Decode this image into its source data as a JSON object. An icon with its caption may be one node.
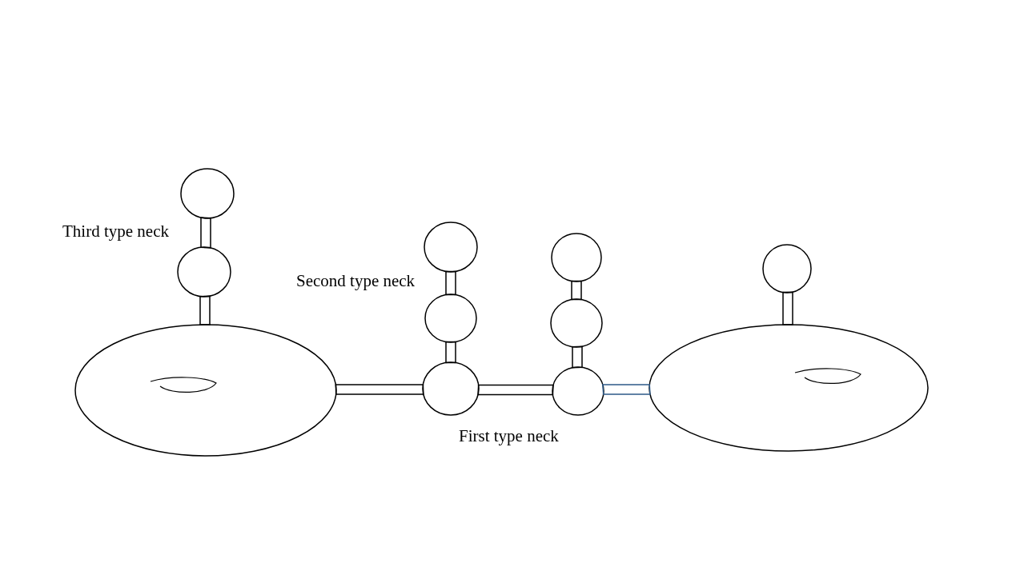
{
  "diagram": {
    "nodes": [
      {
        "text": [],
        "shape": "torus"
      },
      {
        "text": [],
        "shape": "circle"
      },
      {
        "text": [],
        "shape": "circle"
      },
      {
        "text": [],
        "shape": "circle"
      },
      {
        "text": [],
        "shape": "circle"
      },
      {
        "text": [],
        "shape": "circle"
      },
      {
        "text": [],
        "shape": "circle"
      },
      {
        "text": [],
        "shape": "circle"
      },
      {
        "text": [],
        "shape": "circle"
      },
      {
        "text": [],
        "shape": "circle"
      },
      {
        "text": [],
        "shape": "torus"
      }
    ],
    "edges": [
      {
        "from": 1,
        "to": 2,
        "arrow": "none"
      },
      {
        "from": 2,
        "to": 0,
        "arrow": "none"
      },
      {
        "from": 0,
        "to": 5,
        "arrow": "none"
      },
      {
        "from": 3,
        "to": 4,
        "arrow": "none"
      },
      {
        "from": 4,
        "to": 5,
        "arrow": "none"
      },
      {
        "from": 5,
        "to": 8,
        "arrow": "none"
      },
      {
        "from": 6,
        "to": 7,
        "arrow": "none"
      },
      {
        "from": 7,
        "to": 8,
        "arrow": "none"
      },
      {
        "from": 8,
        "to": 10,
        "arrow": "none",
        "color": "#2e5a88"
      },
      {
        "from": 9,
        "to": 10,
        "arrow": "none"
      }
    ],
    "labels": [
      "Third type neck",
      "Second type neck",
      "First type neck"
    ]
  }
}
